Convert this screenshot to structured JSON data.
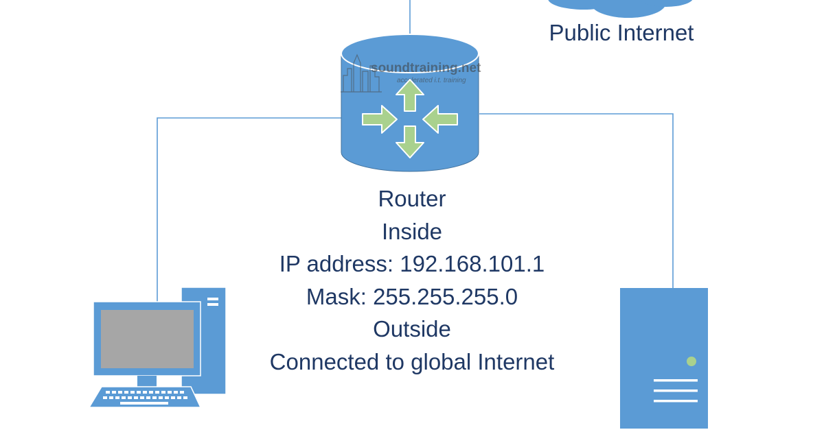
{
  "colors": {
    "device_blue": "#5b9bd5",
    "device_outline": "#41719c",
    "arrow_green": "#a9d18e",
    "text_navy": "#1f3864",
    "screen_gray": "#a6a6a6",
    "link_line": "#5b9bd5",
    "server_led": "#a9d18e"
  },
  "icons": {
    "router": "router-icon",
    "cloud": "cloud-icon",
    "workstation": "desktop-computer-icon",
    "server": "server-tower-icon"
  },
  "cloud": {
    "label": "Public Internet"
  },
  "router": {
    "watermark": {
      "name": "soundtraining.net",
      "tagline": "accelerated i.t. training"
    },
    "lines": [
      "Router",
      "Inside",
      "IP address: 192.168.101.1",
      "Mask: 255.255.255.0",
      "Outside",
      "Connected to global Internet"
    ]
  }
}
